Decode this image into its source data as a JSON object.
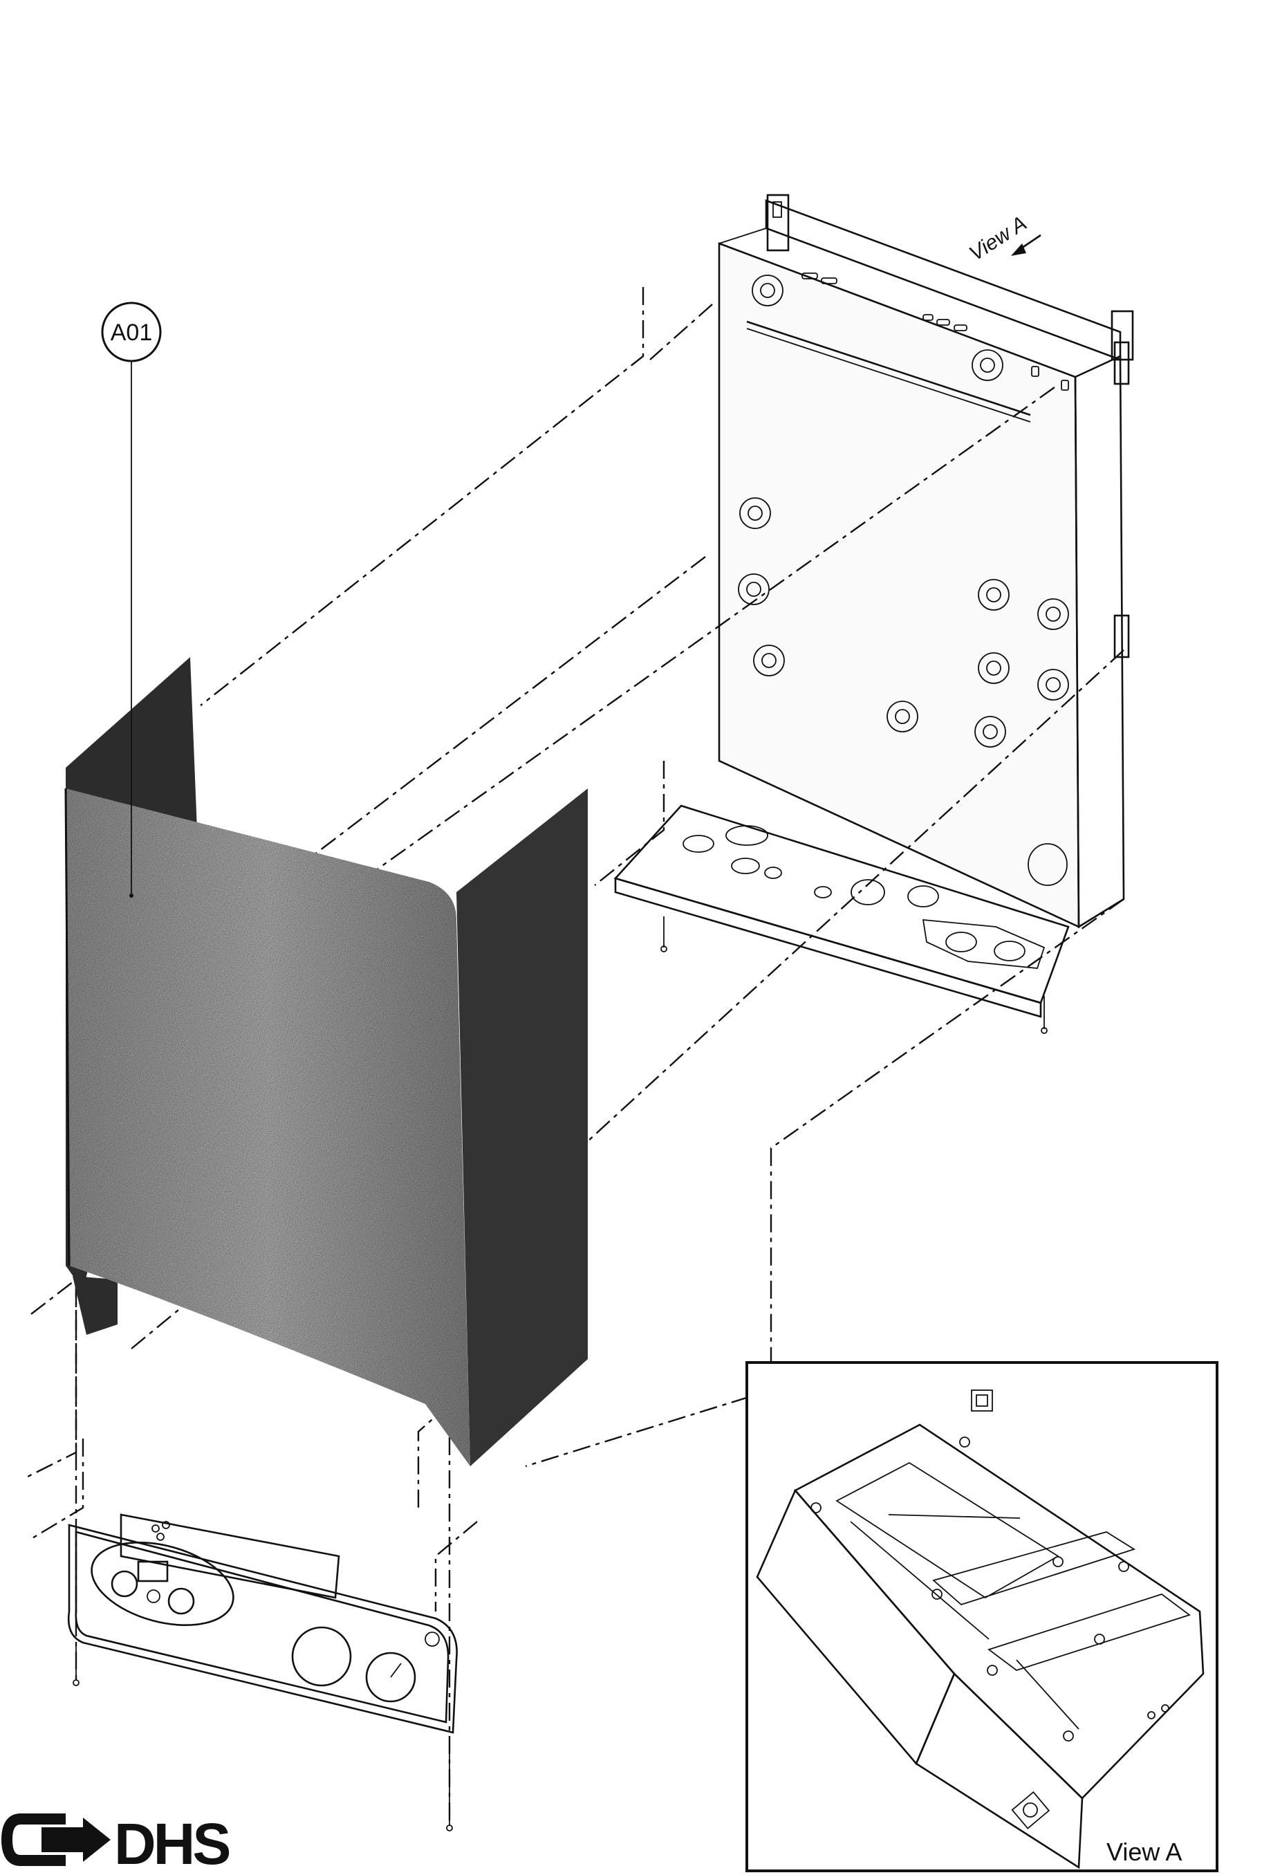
{
  "diagram": {
    "part_label": "A01",
    "view_direction_label": "View A",
    "inset_caption": "View A",
    "logo_text": "DHS"
  },
  "colors": {
    "ink": "#111111",
    "casing_light": "#c9c9c9",
    "casing_dark": "#2a2a2a",
    "paper": "#ffffff"
  }
}
